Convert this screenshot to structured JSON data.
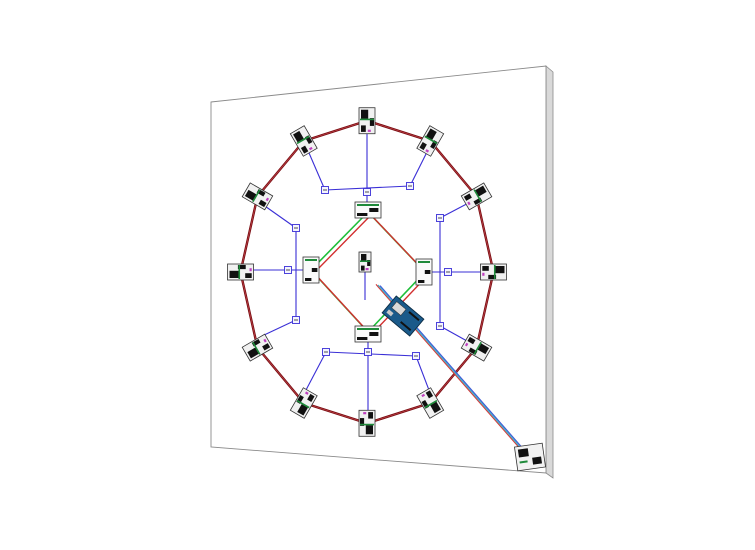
{
  "scene": {
    "subject": "isometric-circuit-board",
    "colors": {
      "background": "#ffffff",
      "board_face": "#ffffff",
      "board_edge": "#d9d9d9",
      "board_outline": "#8a8a8a",
      "outer_ring_wire": "#7a0f14",
      "spoke_wire": "#3a2fd6",
      "inner_ring_green": "#1fbf3a",
      "inner_ring_red": "#d23030",
      "cable_red": "#d63a3a",
      "cable_blue": "#3f5bd6",
      "cable_cyan": "#3fb6c8",
      "module_body": "#f1f1f1",
      "module_chip": "#111111",
      "module_pin_green": "#1f8a3a",
      "module_accent_magenta": "#c040c0",
      "controller_board": "#1a5a8a"
    },
    "outer_ring": {
      "module_count": 12
    },
    "inner_ring": {
      "module_count": 4
    },
    "icons": [
      "led-module-icon",
      "connector-icon",
      "controller-board-icon",
      "power-module-icon"
    ]
  }
}
